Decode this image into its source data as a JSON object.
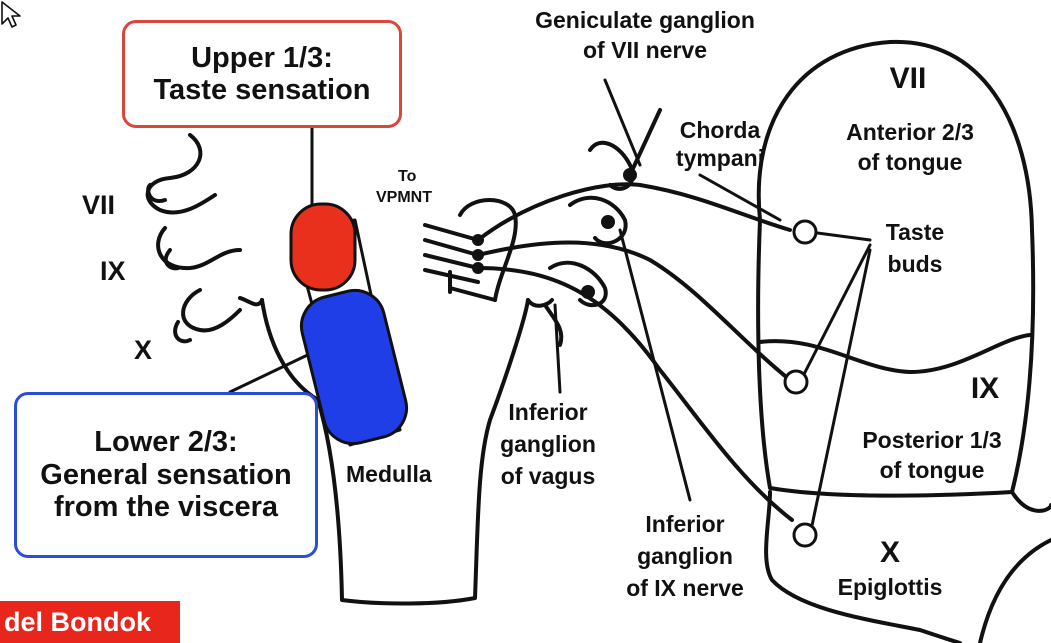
{
  "labels": {
    "upper_title": "Upper 1/3:",
    "upper_sub": "Taste sensation",
    "lower_title": "Lower 2/3:",
    "lower_sub1": "General sensation",
    "lower_sub2": "from the viscera",
    "nerve_vii_left": "VII",
    "nerve_ix_left": "IX",
    "nerve_x_left": "X",
    "to_vpmnt_1": "To",
    "to_vpmnt_2": "VPMNT",
    "medulla": "Medulla",
    "geniculate_1": "Geniculate ganglion",
    "geniculate_2": "of VII nerve",
    "chorda_1": "Chorda",
    "chorda_2": "tympani",
    "inf_vagus_1": "Inferior",
    "inf_vagus_2": "ganglion",
    "inf_vagus_3": "of vagus",
    "inf_ix_1": "Inferior",
    "inf_ix_2": "ganglion",
    "inf_ix_3": "of IX nerve",
    "tongue_vii": "VII",
    "anterior_1": "Anterior 2/3",
    "anterior_2": "of tongue",
    "taste_1": "Taste",
    "taste_2": "buds",
    "tongue_ix": "IX",
    "posterior_1": "Posterior 1/3",
    "posterior_2": "of tongue",
    "tongue_x": "X",
    "epiglottis": "Epiglottis"
  },
  "author_banner": "del Bondok",
  "colors": {
    "taste_region": "#e8301c",
    "general_region": "#1f3ee8",
    "upper_box_border": "#d9473a",
    "lower_box_border": "#2a4fd6",
    "banner": "#e8261c"
  }
}
